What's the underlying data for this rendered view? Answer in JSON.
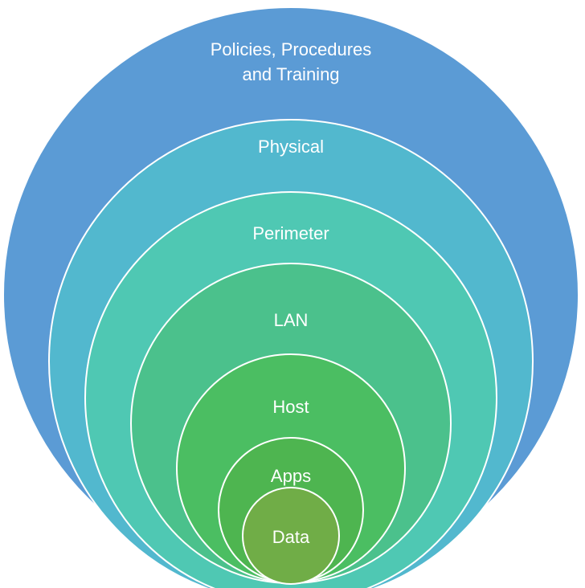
{
  "diagram": {
    "layers": [
      {
        "id": "policies",
        "label": "Policies, Procedures",
        "label_line2": "and Training",
        "color": "#5B9BD5"
      },
      {
        "id": "physical",
        "label": "Physical",
        "color": "#52B8CE"
      },
      {
        "id": "perimeter",
        "label": "Perimeter",
        "color": "#4FC8B3"
      },
      {
        "id": "lan",
        "label": "LAN",
        "color": "#4BC18C"
      },
      {
        "id": "host",
        "label": "Host",
        "color": "#4BBE62"
      },
      {
        "id": "apps",
        "label": "Apps",
        "color": "#4EB550"
      },
      {
        "id": "data",
        "label": "Data",
        "color": "#70AD47"
      }
    ]
  }
}
